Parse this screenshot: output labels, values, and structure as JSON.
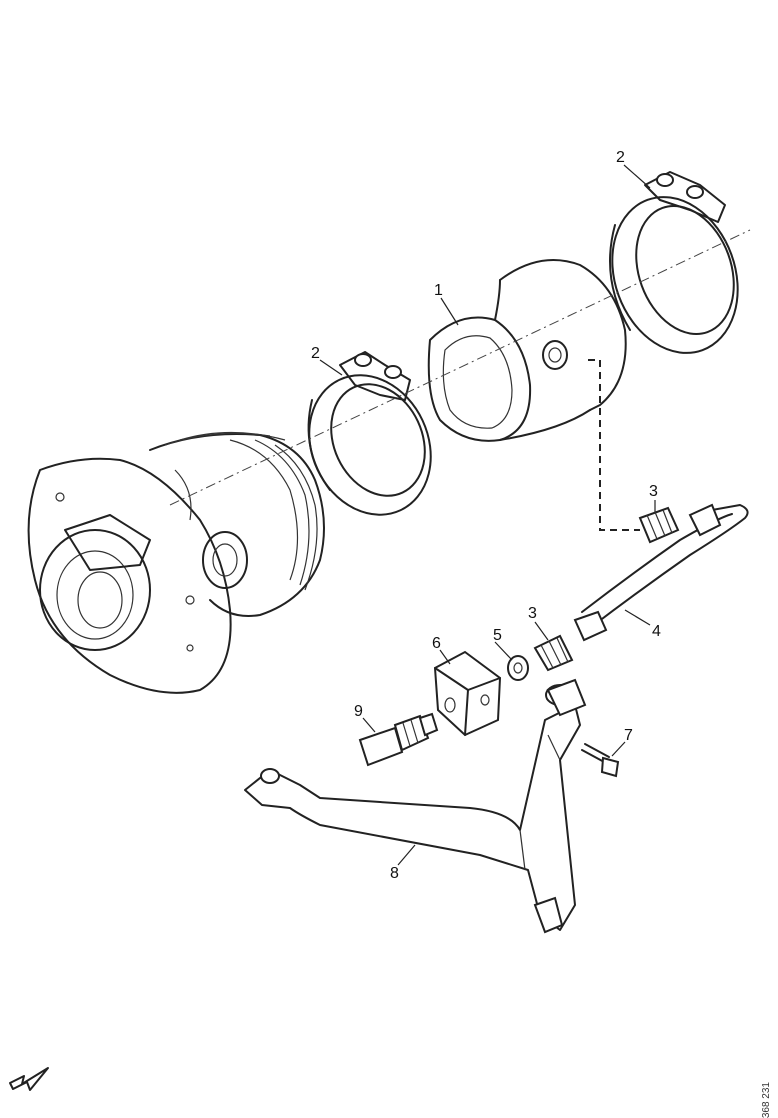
{
  "callouts": {
    "c1": "1",
    "c2a": "2",
    "c2b": "2",
    "c3a": "3",
    "c3b": "3",
    "c4": "4",
    "c5": "5",
    "c6": "6",
    "c7": "7",
    "c8": "8",
    "c9": "9"
  },
  "doc_ref": "368 231",
  "icons": {
    "direction_arrow": "arrow-down-left-icon"
  }
}
